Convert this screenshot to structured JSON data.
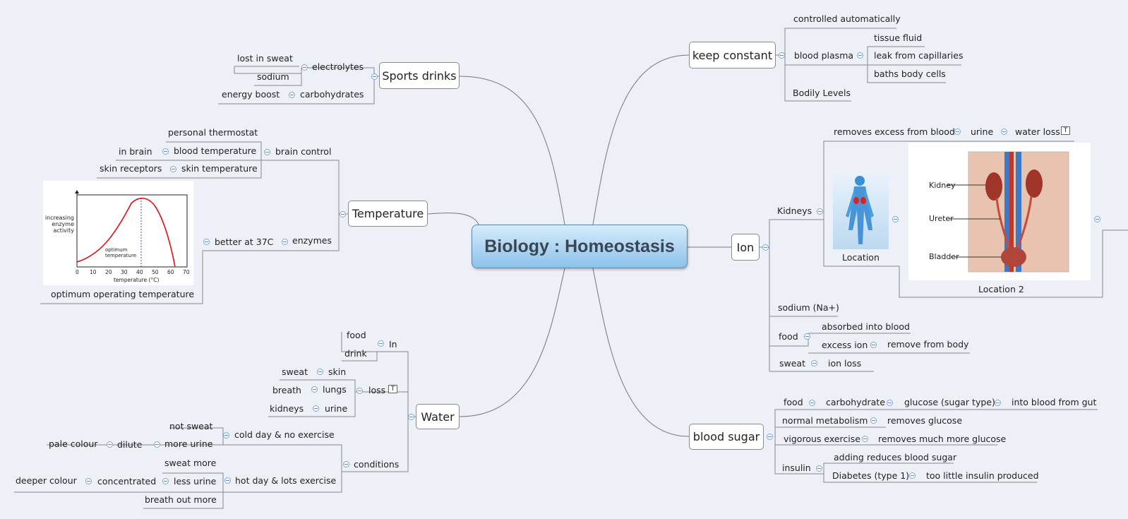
{
  "central": "Biology : Homeostasis",
  "topics": {
    "sports": "Sports drinks",
    "temperature": "Temperature",
    "water": "Water",
    "keep": "keep constant",
    "ion": "Ion",
    "sugar": "blood sugar"
  },
  "sports": {
    "electrolytes": "electrolytes",
    "lost_in_sweat": "lost in sweat",
    "sodium": "sodium",
    "carbohydrates": "carbohydrates",
    "energy_boost": "energy boost"
  },
  "temperature": {
    "brain_control": "brain control",
    "personal_thermostat": "personal thermostat",
    "blood_temperature": "blood temperature",
    "in_brain": "in brain",
    "skin_temperature": "skin temperature",
    "skin_receptors": "skin receptors",
    "enzymes": "enzymes",
    "better": "better at 37C",
    "caption": "optimum operating temperature",
    "graph": {
      "ylabel": [
        "increasing",
        "enzyme",
        "activity"
      ],
      "optimum": [
        "optimum",
        "temperature"
      ],
      "xlabel": "temperature (°C)",
      "ticks": [
        "0",
        "10",
        "20",
        "30",
        "40",
        "50",
        "60",
        "70"
      ]
    }
  },
  "water": {
    "in": "In",
    "food": "food",
    "drink": "drink",
    "loss": "loss",
    "sweat": "sweat",
    "skin": "skin",
    "breath": "breath",
    "lungs": "lungs",
    "kidneys": "kidneys",
    "urine": "urine",
    "conditions": "conditions",
    "cold": "cold day & no exercise",
    "not_sweat": "not sweat",
    "more_urine": "more urine",
    "dilute": "dilute",
    "pale": "pale colour",
    "hot": "hot day & lots exercise",
    "sweat_more": "sweat more",
    "less_urine": "less urine",
    "concentrated": "concentrated",
    "deeper": "deeper colour",
    "breath_out": "breath out more"
  },
  "keep": {
    "controlled": "controlled automatically",
    "plasma": "blood plasma",
    "tissue": "tissue fluid",
    "leak": "leak from capillaries",
    "baths": "baths body cells",
    "levels": "Bodily Levels"
  },
  "ion": {
    "kidneys": "Kidneys",
    "removes": "removes excess from blood",
    "urine": "urine",
    "water_loss": "water loss",
    "location": "Location",
    "location2": "Location 2",
    "kidney": "Kidney",
    "ureter": "Ureter",
    "bladder": "Bladder",
    "sodium": "sodium (Na+)",
    "food": "food",
    "absorbed": "absorbed into blood",
    "excess": "excess ion",
    "remove": "remove from body",
    "sweat": "sweat",
    "ion_loss": "ion loss"
  },
  "sugar": {
    "food": "food",
    "carbohydrate": "carbohydrate",
    "glucose": "glucose (sugar type)",
    "into_blood": "into blood from gut",
    "normal": "normal metabolism",
    "removes": "removes glucose",
    "vigorous": "vigorous exercise",
    "removes_more": "removes much more glucose",
    "insulin": "insulin",
    "adding": "adding reduces blood sugar",
    "diabetes": "Diabetes (type 1)",
    "too_little": "too little insulin produced"
  },
  "note_icon": "notes-icon",
  "colors": {
    "central_top": "#d6ecfb",
    "central_bottom": "#8cc1ea",
    "background": "#eef0f7"
  }
}
